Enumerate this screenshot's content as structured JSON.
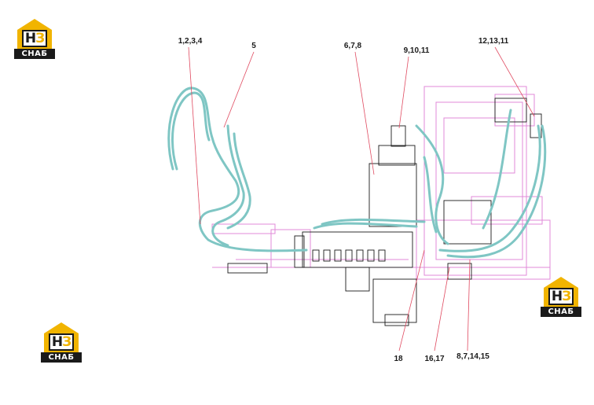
{
  "logo": {
    "letters": "Н",
    "digit": "З",
    "brand": "СНАБ"
  },
  "callouts": [
    {
      "id": "c1",
      "text": "1,2,3,4"
    },
    {
      "id": "c2",
      "text": "5"
    },
    {
      "id": "c3",
      "text": "6,7,8"
    },
    {
      "id": "c4",
      "text": "9,10,11"
    },
    {
      "id": "c5",
      "text": "12,13,11"
    },
    {
      "id": "c6",
      "text": "18"
    },
    {
      "id": "c7",
      "text": "16,17"
    },
    {
      "id": "c8",
      "text": "8,7,14,15"
    }
  ],
  "colors": {
    "hose": "#7fc6c4",
    "frame": "#e08ad8",
    "line": "#1a1a1a",
    "leader": "#e04a60",
    "logo_yellow": "#f1b400"
  }
}
